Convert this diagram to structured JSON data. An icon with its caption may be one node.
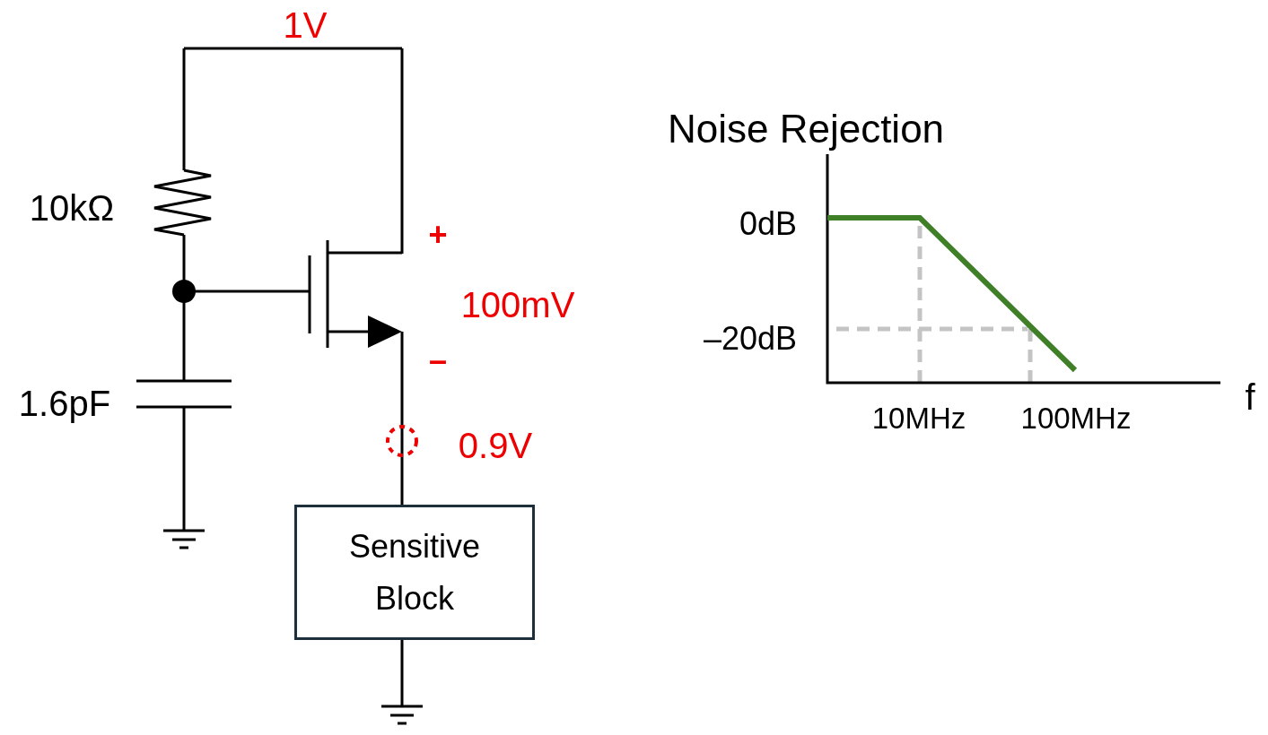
{
  "diagram": {
    "nodes": [
      {
        "text": [
          "Sensitive Block"
        ]
      }
    ],
    "edges": [],
    "labels": [
      "1V",
      "10kΩ",
      "+",
      "100mV",
      "–",
      "1.6pF",
      "0.9V",
      "Noise Rejection",
      "0dB",
      "–20dB",
      "10MHz",
      "100MHz",
      "f"
    ]
  }
}
